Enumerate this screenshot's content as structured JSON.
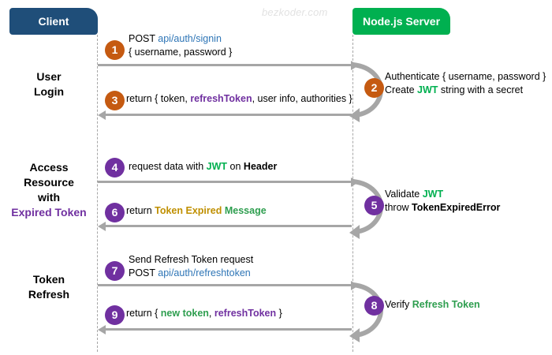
{
  "meta": {
    "watermark": "bezkoder.com"
  },
  "actors": [
    {
      "id": "client",
      "label": "Client",
      "color": "#1f4e79"
    },
    {
      "id": "server",
      "label": "Node.js Server",
      "color": "#00b050"
    }
  ],
  "sections": [
    {
      "id": "user-login",
      "line1": "User",
      "line2": "Login",
      "line3": "",
      "line4": ""
    },
    {
      "id": "access-resource",
      "line1": "Access",
      "line2": "Resource",
      "line3": "with",
      "line4": "Expired Token"
    },
    {
      "id": "token-refresh",
      "line1": "Token",
      "line2": "Refresh",
      "line3": "",
      "line4": ""
    }
  ],
  "steps": [
    {
      "num": "1",
      "color": "orange",
      "direction": "client-to-server",
      "line1_plain": "POST ",
      "line1_url": "api/auth/signin",
      "line2_plain": "{ username, password }"
    },
    {
      "num": "2",
      "color": "orange",
      "direction": "server-self",
      "line1": "Authenticate { username, password }",
      "line2_pre": "Create ",
      "line2_jwt": "JWT",
      "line2_post": " string with a secret"
    },
    {
      "num": "3",
      "color": "orange",
      "direction": "server-to-client",
      "pre": "return { token, ",
      "highlight": "refreshToken",
      "post": ", user info, authorities }"
    },
    {
      "num": "4",
      "color": "purple",
      "direction": "client-to-server",
      "pre": "request data with ",
      "jwt": "JWT",
      "mid": " on ",
      "bold": "Header"
    },
    {
      "num": "5",
      "color": "purple",
      "direction": "server-self",
      "line1_pre": "Validate ",
      "line1_jwt": "JWT",
      "line2_pre": "throw ",
      "line2_bold": "TokenExpiredError"
    },
    {
      "num": "6",
      "color": "purple",
      "direction": "server-to-client",
      "pre": "return ",
      "gold": "Token Expired",
      "green": "Message"
    },
    {
      "num": "7",
      "color": "purple",
      "direction": "client-to-server",
      "line1": "Send Refresh Token request",
      "line2_plain": "POST ",
      "line2_url": "api/auth/refreshtoken"
    },
    {
      "num": "8",
      "color": "purple",
      "direction": "server-self",
      "pre": "Verify ",
      "green": "Refresh Token"
    },
    {
      "num": "9",
      "color": "purple",
      "direction": "server-to-client",
      "pre": "return { ",
      "green": "new token",
      "mid": ", ",
      "purple": "refreshToken",
      "post": " }"
    }
  ],
  "colors": {
    "client_box": "#1f4e79",
    "server_box": "#00b050",
    "step_orange": "#c55a11",
    "step_purple": "#7030a0",
    "arrow_gray": "#a6a6a6",
    "url_blue": "#2e75b6",
    "jwt_green": "#00b050",
    "gold": "#bf8f00",
    "accent_purple": "#7030a0"
  }
}
